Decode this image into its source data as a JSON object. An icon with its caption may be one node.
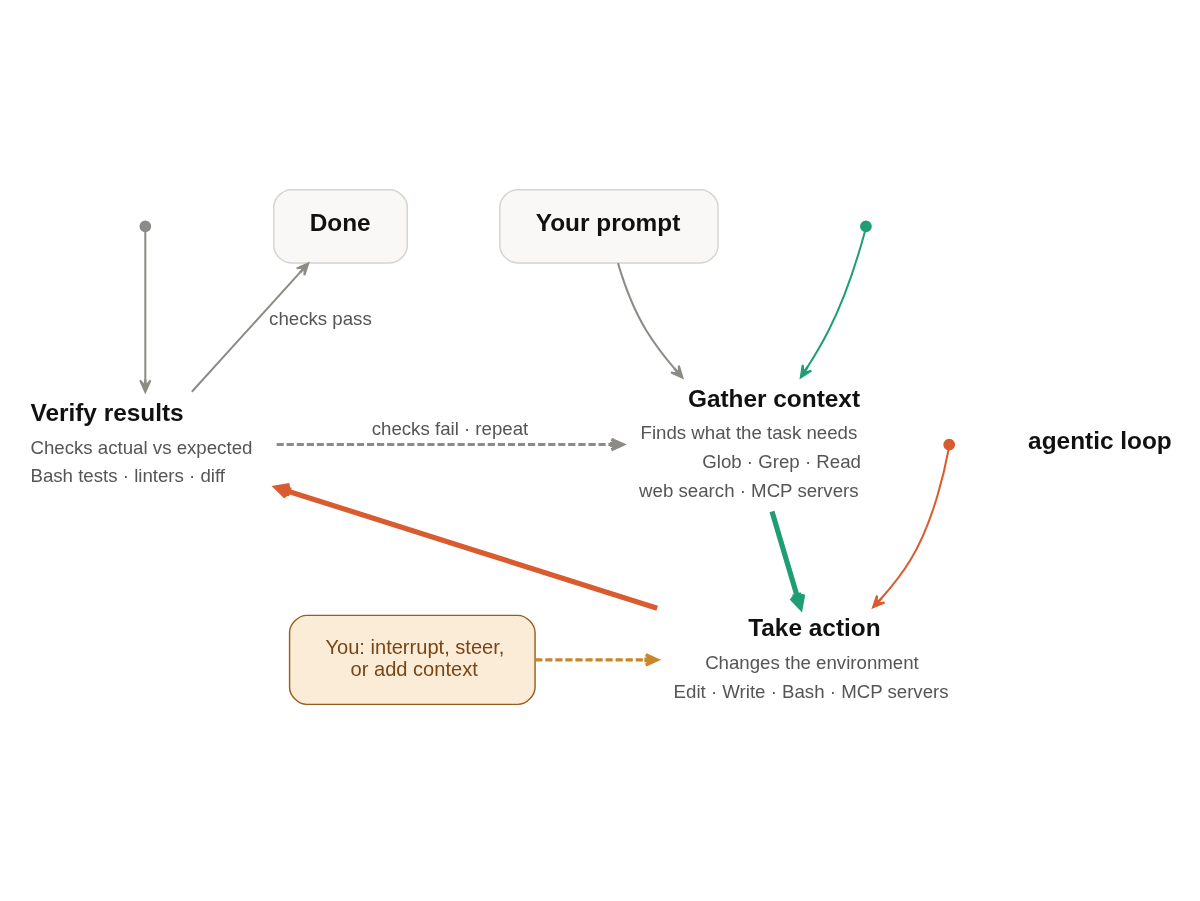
{
  "diagram": {
    "nodes": [
      {
        "text": [
          "Your prompt"
        ]
      },
      {
        "text": [
          "Done"
        ]
      },
      {
        "text": [
          "Gather context",
          "Finds what the task needs",
          "Glob · Grep · Read",
          "web search · MCP servers"
        ]
      },
      {
        "text": [
          "Verify results",
          "Checks actual vs expected",
          "Bash tests · linters · diff"
        ]
      },
      {
        "text": [
          "Take action",
          "Changes the environment",
          "Edit · Write · Bash · MCP servers"
        ]
      },
      {
        "text": [
          "You: interrupt, steer, or add context"
        ]
      }
    ],
    "edges": [
      {
        "from": 0,
        "to": 2,
        "arrow": "to"
      },
      {
        "from": 2,
        "to": 4,
        "arrow": "to",
        "style": "thick",
        "color": "#1f9e74"
      },
      {
        "from": 4,
        "to": 3,
        "arrow": "to",
        "style": "thick",
        "color": "#d95b30"
      },
      {
        "from": 3,
        "to": 1,
        "arrow": "to",
        "label": "checks pass"
      },
      {
        "from": 3,
        "to": 2,
        "arrow": "to",
        "label": "checks fail · repeat",
        "style": "dashed"
      },
      {
        "from": 5,
        "to": 4,
        "arrow": "to",
        "style": "dashed",
        "color": "#c8862a"
      },
      {
        "from": null,
        "to": 2,
        "arrow": "to",
        "color": "#1f9e74"
      },
      {
        "from": null,
        "to": 3,
        "arrow": "to"
      },
      {
        "from": null,
        "to": 4,
        "arrow": "to",
        "color": "#d95b30"
      }
    ],
    "labels": [
      "agentic loop"
    ]
  }
}
